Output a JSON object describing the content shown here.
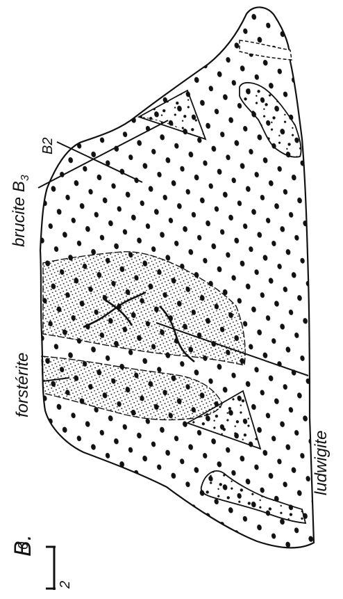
{
  "figure": {
    "panel_label": "B.",
    "labels": {
      "brucite": "brucite B",
      "brucite_sub": "3",
      "b2": "B2",
      "forsterite": "forstérite",
      "ludwigite": "ludwigite"
    },
    "scale_bar": {
      "min": "0",
      "max": "2"
    }
  }
}
